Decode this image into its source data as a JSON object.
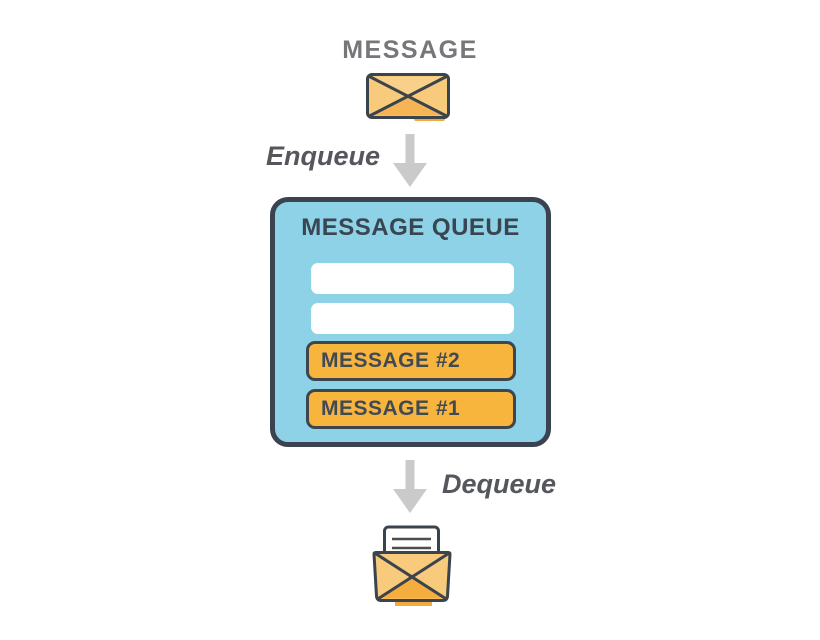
{
  "diagram": {
    "title": "MESSAGE",
    "enqueue_label": "Enqueue",
    "dequeue_label": "Dequeue",
    "queue": {
      "title": "MESSAGE QUEUE",
      "empty_slot_count": 2,
      "messages": [
        {
          "label": "MESSAGE #2"
        },
        {
          "label": "MESSAGE #1"
        }
      ]
    },
    "icons": {
      "incoming": "closed-envelope-icon",
      "flow": "down-arrow-icon",
      "outgoing": "open-envelope-icon"
    },
    "colors": {
      "background": "#ffffff",
      "heading_gray": "#76777a",
      "flow_label_gray": "#55575c",
      "arrow_gray": "#cacaca",
      "queue_fill": "#8dd2e6",
      "queue_border": "#3a434f",
      "queue_title_text": "#394550",
      "empty_slot_fill": "#ffffff",
      "message_fill": "#f7b53e",
      "message_border": "#3d454f",
      "message_text": "#404a55",
      "envelope_fill": "#f8ca7b",
      "envelope_flap_light": "#f9d089",
      "envelope_shade": "#f5ae3e",
      "envelope_overshoot": "#f3a93c",
      "envelope_outline": "#3b434d",
      "paper_fill": "#ffffff",
      "paper_line": "#4d4d4d"
    }
  }
}
